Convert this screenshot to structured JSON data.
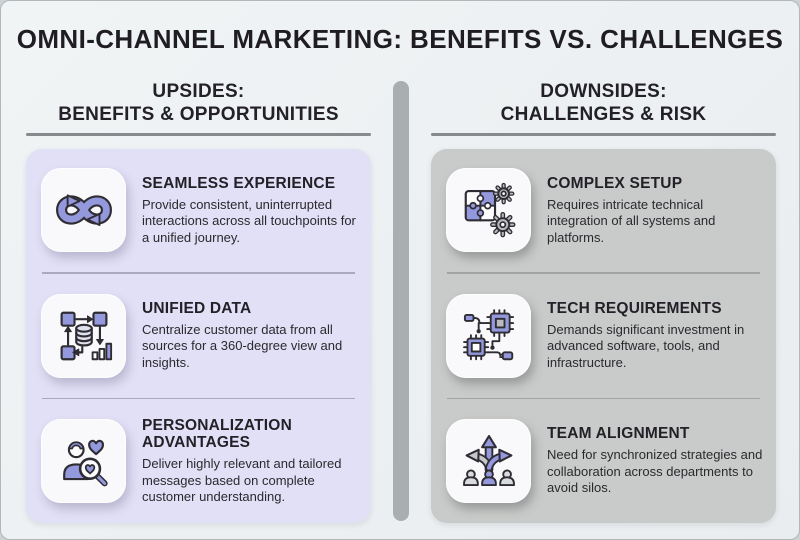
{
  "title": "OMNI-CHANNEL MARKETING: BENEFITS VS. CHALLENGES",
  "colors": {
    "page_bg": "#eef2f4",
    "left_card_bg": "#e2e0f6",
    "right_card_bg": "#c9cbca",
    "icon_tile_bg": "#f9f9fc",
    "vertical_divider": "#a9aeb1",
    "accent_purple": "#9498dc",
    "accent_gray": "#b9bcbf",
    "text_dark": "#232127"
  },
  "left_column": {
    "header_line1": "UPSIDES:",
    "header_line2": "BENEFITS & OPPORTUNITIES",
    "items": [
      {
        "icon": "infinity-arrows-icon",
        "title": "SEAMLESS EXPERIENCE",
        "description": "Provide consistent, uninterrupted interactions across all touchpoints for a unified journey."
      },
      {
        "icon": "data-flow-icon",
        "title": "UNIFIED DATA",
        "description": "Centralize customer data from all sources for a 360-degree view and insights."
      },
      {
        "icon": "person-heart-magnifier-icon",
        "title": "PERSONALIZATION ADVANTAGES",
        "description": "Deliver highly relevant and tailored messages based on complete customer understanding."
      }
    ]
  },
  "right_column": {
    "header_line1": "DOWNSIDES:",
    "header_line2": "CHALLENGES & RISK",
    "items": [
      {
        "icon": "puzzle-gears-icon",
        "title": "COMPLEX SETUP",
        "description": "Requires intricate technical integration of all systems and platforms."
      },
      {
        "icon": "microchip-circuit-icon",
        "title": "TECH REQUIREMENTS",
        "description": "Demands significant investment in advanced software, tools, and infrastructure."
      },
      {
        "icon": "branching-arrows-team-icon",
        "title": "TEAM ALIGNMENT",
        "description": "Need for synchronized strategies and collaboration across departments to avoid silos."
      }
    ]
  }
}
